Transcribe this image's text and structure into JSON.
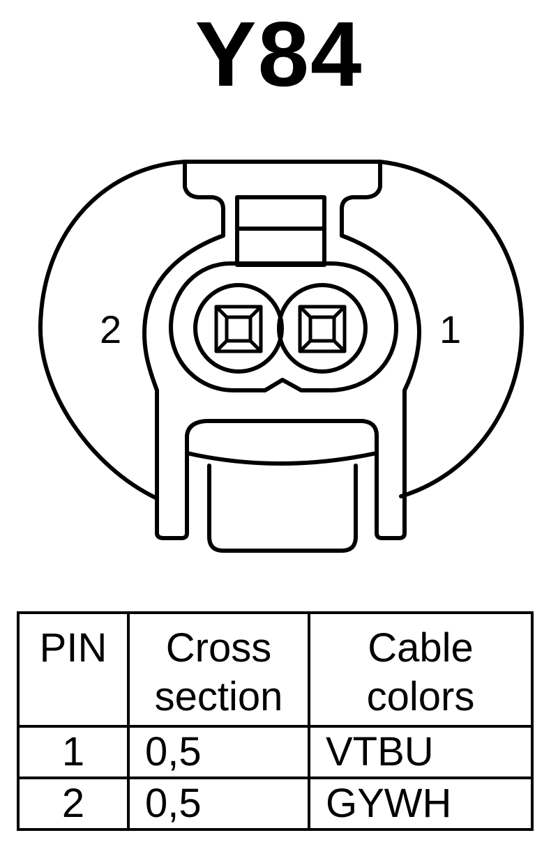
{
  "diagram": {
    "title": "Y84",
    "pin_labels": {
      "left": "2",
      "right": "1"
    }
  },
  "pin_table": {
    "headers": {
      "pin": "PIN",
      "cross_section": [
        "Cross",
        "section"
      ],
      "cable_colors": [
        "Cable",
        "colors"
      ]
    },
    "rows": [
      {
        "pin": "1",
        "cross_section": "0,5",
        "cable_color": "VTBU"
      },
      {
        "pin": "2",
        "cross_section": "0,5",
        "cable_color": "GYWH"
      }
    ]
  }
}
